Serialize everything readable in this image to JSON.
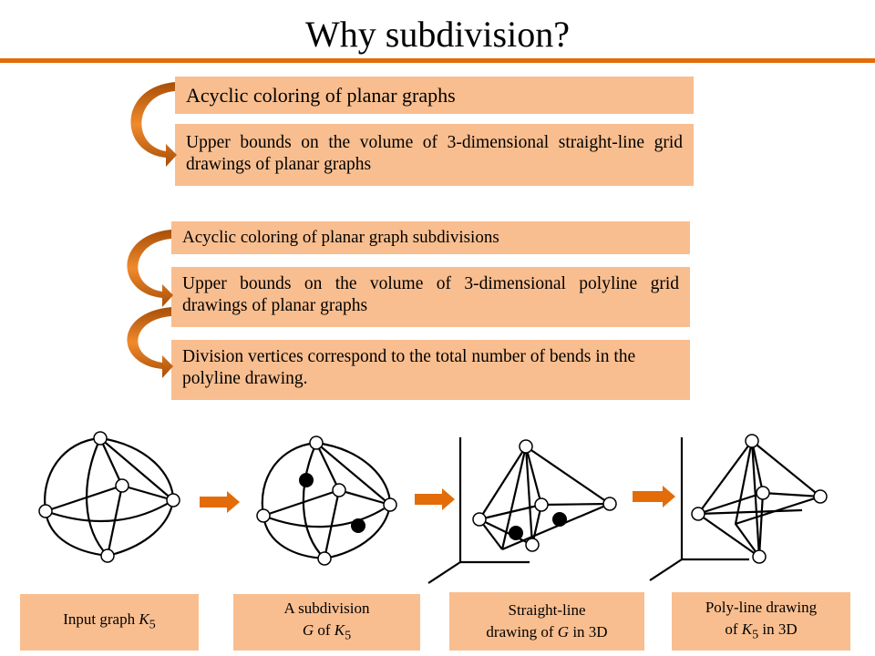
{
  "slide": {
    "title": "Why subdivision?",
    "accent_color": "#e36c09",
    "box_color": "#f9be8f"
  },
  "group_one": {
    "item_1": "Acyclic coloring of planar graphs",
    "item_2": "Upper bounds on the volume of 3-dimensional straight-line grid drawings of planar graphs"
  },
  "group_two": {
    "item_1": "Acyclic coloring of planar graph subdivisions",
    "item_2": "Upper bounds on the volume of 3-dimensional polyline grid drawings of planar graphs",
    "item_3": "Division vertices correspond to the total number of bends in the polyline drawing."
  },
  "captions": {
    "input_graph": {
      "text": "Input graph ",
      "var": "K",
      "sub": "5"
    },
    "subdivision": {
      "line1": "A subdivision",
      "var_g": "G",
      "of": " of ",
      "var": "K",
      "sub": "5"
    },
    "straight_line": {
      "line1": "Straight-line",
      "line2_pre": "drawing of ",
      "var_g": "G",
      "line2_post": " in 3D"
    },
    "poly_line": {
      "line1": "Poly-line drawing",
      "pre": "of ",
      "var": "K",
      "sub": "5",
      "post": " in 3D"
    }
  }
}
